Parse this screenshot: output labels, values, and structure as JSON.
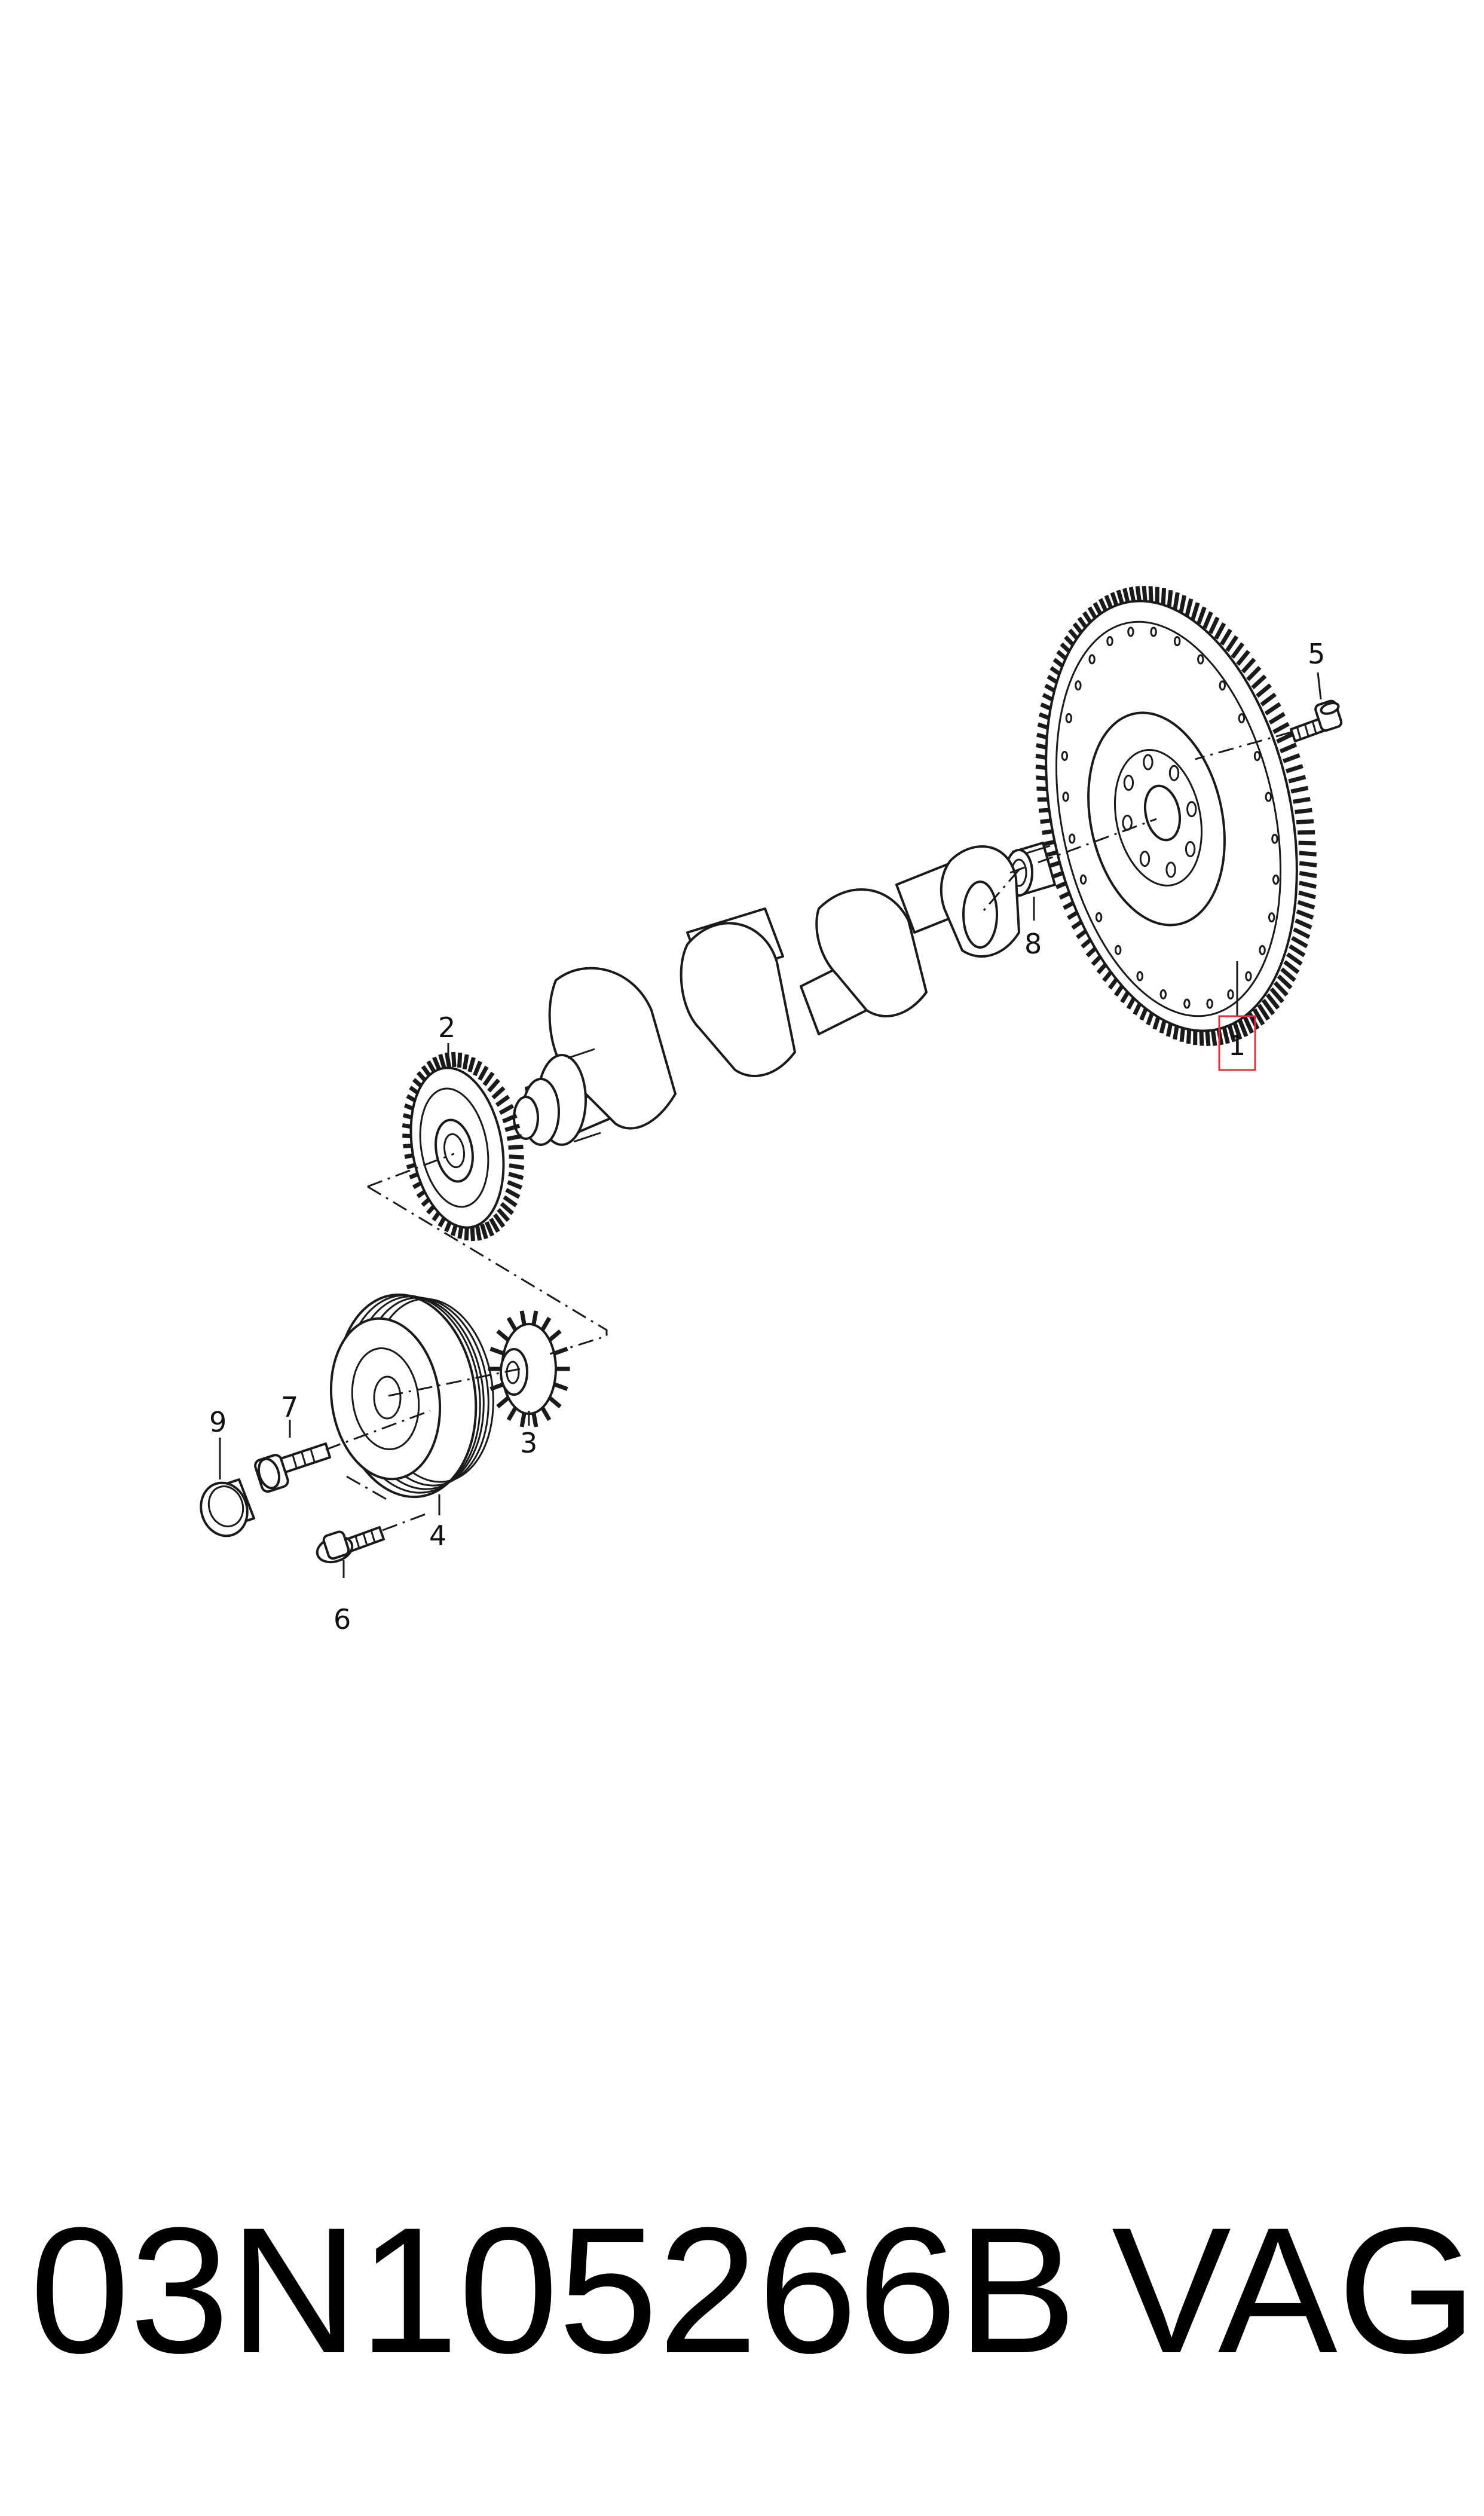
{
  "callouts": {
    "c1": "1",
    "c2": "2",
    "c3": "3",
    "c4": "4",
    "c5": "5",
    "c6": "6",
    "c7": "7",
    "c8": "8",
    "c9": "9"
  },
  "highlighted_callout": "1",
  "caption": {
    "part_number": "03N105266B",
    "brand": "VAG"
  },
  "colors": {
    "highlight": "#e0303a",
    "line": "#1a1a1a"
  }
}
